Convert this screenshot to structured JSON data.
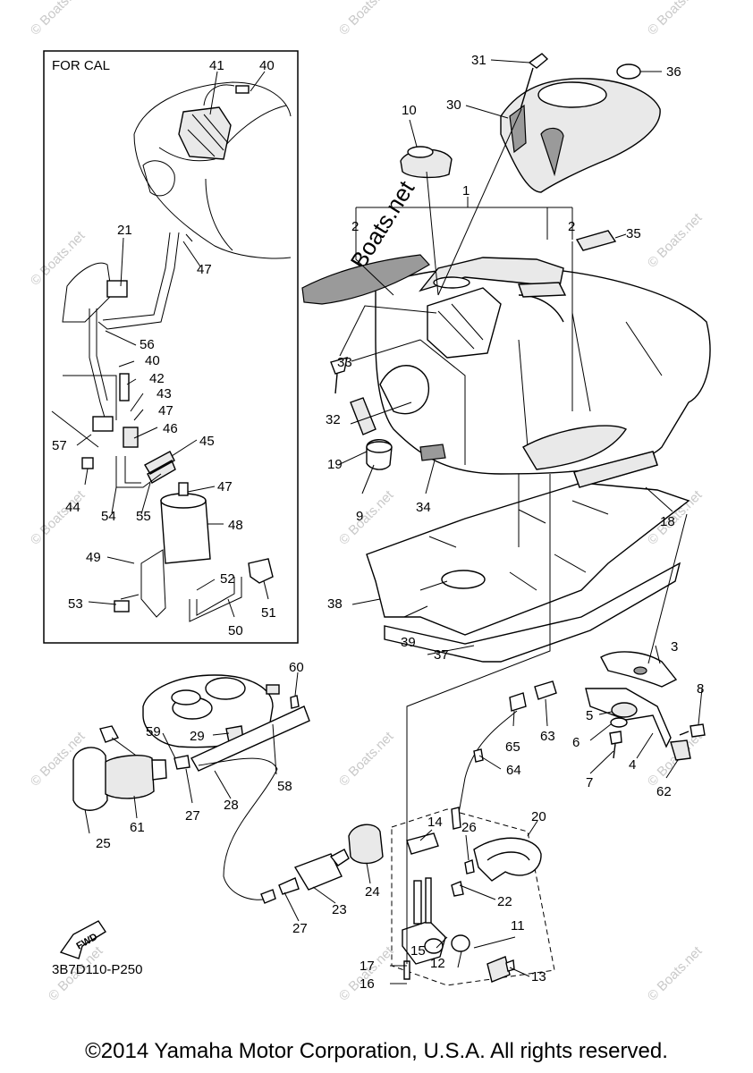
{
  "inset_title": "FOR CAL",
  "diagram_code": "3B7D110-P250",
  "fwd_label": "FWD",
  "copyright": "©2014 Yamaha Motor Corporation, U.S.A. All rights reserved.",
  "watermark": "© Boats.net",
  "callouts": {
    "c1": "1",
    "c2a": "2",
    "c2b": "2",
    "c3": "3",
    "c4": "4",
    "c5": "5",
    "c6": "6",
    "c7": "7",
    "c8": "8",
    "c9": "9",
    "c10": "10",
    "c11": "11",
    "c12": "12",
    "c13": "13",
    "c14": "14",
    "c15": "15",
    "c16": "16",
    "c17": "17",
    "c18": "18",
    "c19": "19",
    "c20": "20",
    "c21": "21",
    "c22": "22",
    "c23": "23",
    "c24": "24",
    "c25": "25",
    "c26": "26",
    "c27a": "27",
    "c27b": "27",
    "c28": "28",
    "c29": "29",
    "c30": "30",
    "c31": "31",
    "c32": "32",
    "c33": "33",
    "c34": "34",
    "c35": "35",
    "c36": "36",
    "c37": "37",
    "c38": "38",
    "c39": "39",
    "c40a": "40",
    "c40b": "40",
    "c41": "41",
    "c42": "42",
    "c43": "43",
    "c44": "44",
    "c45": "45",
    "c46": "46",
    "c47a": "47",
    "c47b": "47",
    "c47c": "47",
    "c48": "48",
    "c49": "49",
    "c50": "50",
    "c51": "51",
    "c52": "52",
    "c53": "53",
    "c54": "54",
    "c55": "55",
    "c56": "56",
    "c57": "57",
    "c58": "58",
    "c59": "59",
    "c60": "60",
    "c61": "61",
    "c62": "62",
    "c63": "63",
    "c64": "64",
    "c65": "65"
  }
}
